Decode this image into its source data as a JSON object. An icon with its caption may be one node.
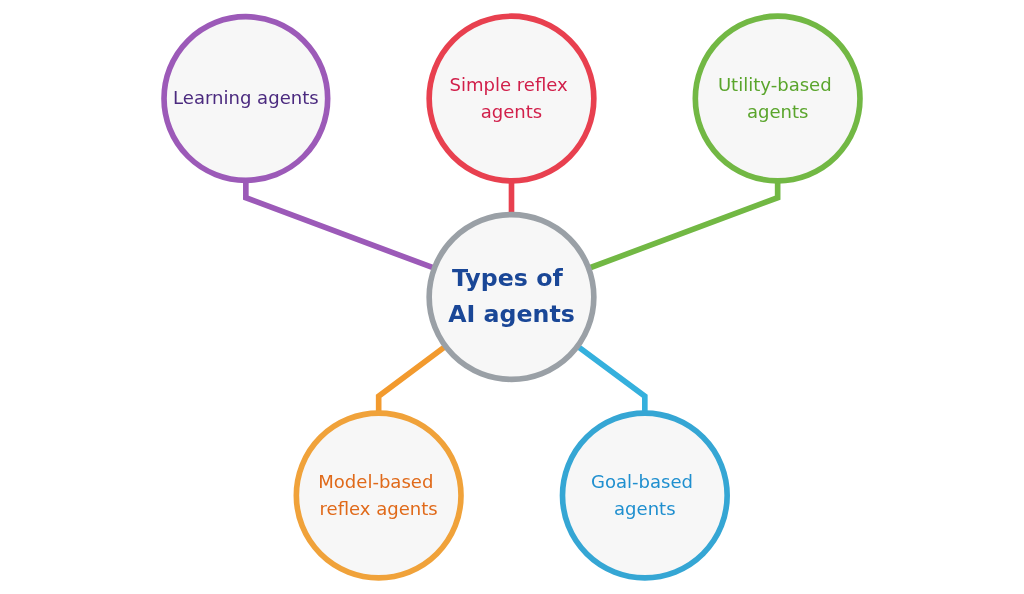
{
  "diagram": {
    "nodes": [
      {
        "text": [
          "Learning agents"
        ]
      },
      {
        "text": [
          "Simple reflex agents"
        ]
      },
      {
        "text": [
          "Utility-based agents"
        ]
      },
      {
        "text": [
          "Types of AI agents"
        ]
      },
      {
        "text": [
          "Model-based reflex agents"
        ]
      },
      {
        "text": [
          "Goal-based agents"
        ]
      }
    ],
    "edges": [
      {
        "from": 0,
        "to": 3,
        "arrow": "none",
        "color": "#9c5ab8"
      },
      {
        "from": 1,
        "to": 3,
        "arrow": "none",
        "color": "#e8404f"
      },
      {
        "from": 2,
        "to": 3,
        "arrow": "none",
        "color": "#72b844"
      },
      {
        "from": 3,
        "to": 4,
        "arrow": "none",
        "color": "#f29a2e"
      },
      {
        "from": 3,
        "to": 5,
        "arrow": "none",
        "color": "#35b0dd"
      }
    ]
  }
}
